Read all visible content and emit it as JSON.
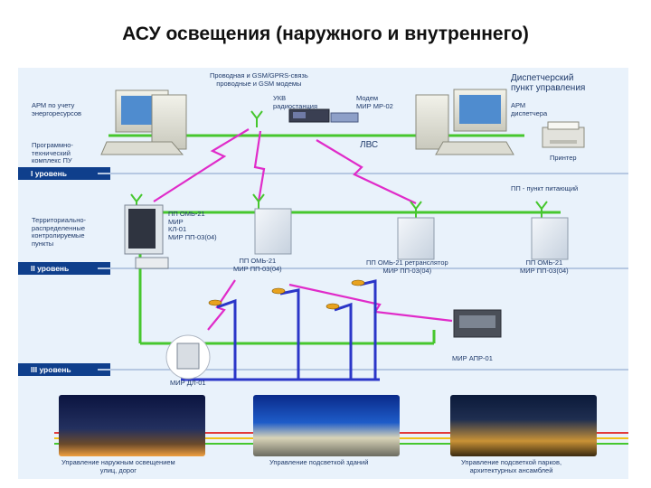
{
  "title": "АСУ освещения (наружного и внутреннего)",
  "labels": {
    "comm_link": "Проводная и GSM/GPRS-связь\nпроводные и GSM модемы",
    "arm_energy": "АРМ по учету\nэнергоресурсов",
    "software_complex": "Программно-\nтехнический\nкомплекс ПУ",
    "uhf_radio": "УКВ\nрадиостанция",
    "modem": "Модем\nМИР МР-02",
    "dispatch_center": "Диспетчерский\nпункт управления",
    "arm_dispatcher": "АРМ\nдиспетчера",
    "lan": "ЛВС",
    "printer": "Принтер",
    "feeder_point": "ПП - пункт питающий",
    "territorial_points": "Территориально-\nраспределенные\nконтролируемые\nпункты",
    "pp_device_list": "ПП ОМЬ-21\nМИР\nКЛ-01\nМИР ПП-03(04)",
    "pp_node_1": "ПП ОМЬ-21\nМИР ПП-03(04)",
    "pp_node_2": "ПП ОМЬ-21 ретранслятор\nМИР ПП-03(04)",
    "pp_node_3": "ПП ОМЬ-21\nМИР ПП-03(04)",
    "mir_apr": "МИР АПР-01",
    "mir_dl": "МИР ДЛ-01",
    "caption_streets": "Управление наружным освещением\nулиц, дорог",
    "caption_buildings": "Управление подсветкой зданий",
    "caption_parks": "Управление подсветкой парков,\nархитектурных ансамблей"
  },
  "levels": {
    "level_1": "I уровень",
    "level_2": "II уровень",
    "level_3": "III уровень"
  },
  "colors": {
    "panel_background": "#e9f2fb",
    "level_band": "#0f3f8c",
    "wired_link": "#46c72e",
    "radio_link": "#e02bc9",
    "power_line": "#2b36c8"
  },
  "icons": [
    "computer-icon",
    "radio-station-icon",
    "modem-icon",
    "printer-icon",
    "antenna-icon",
    "cabinet-icon",
    "street-lamp-icon",
    "meter-icon"
  ]
}
